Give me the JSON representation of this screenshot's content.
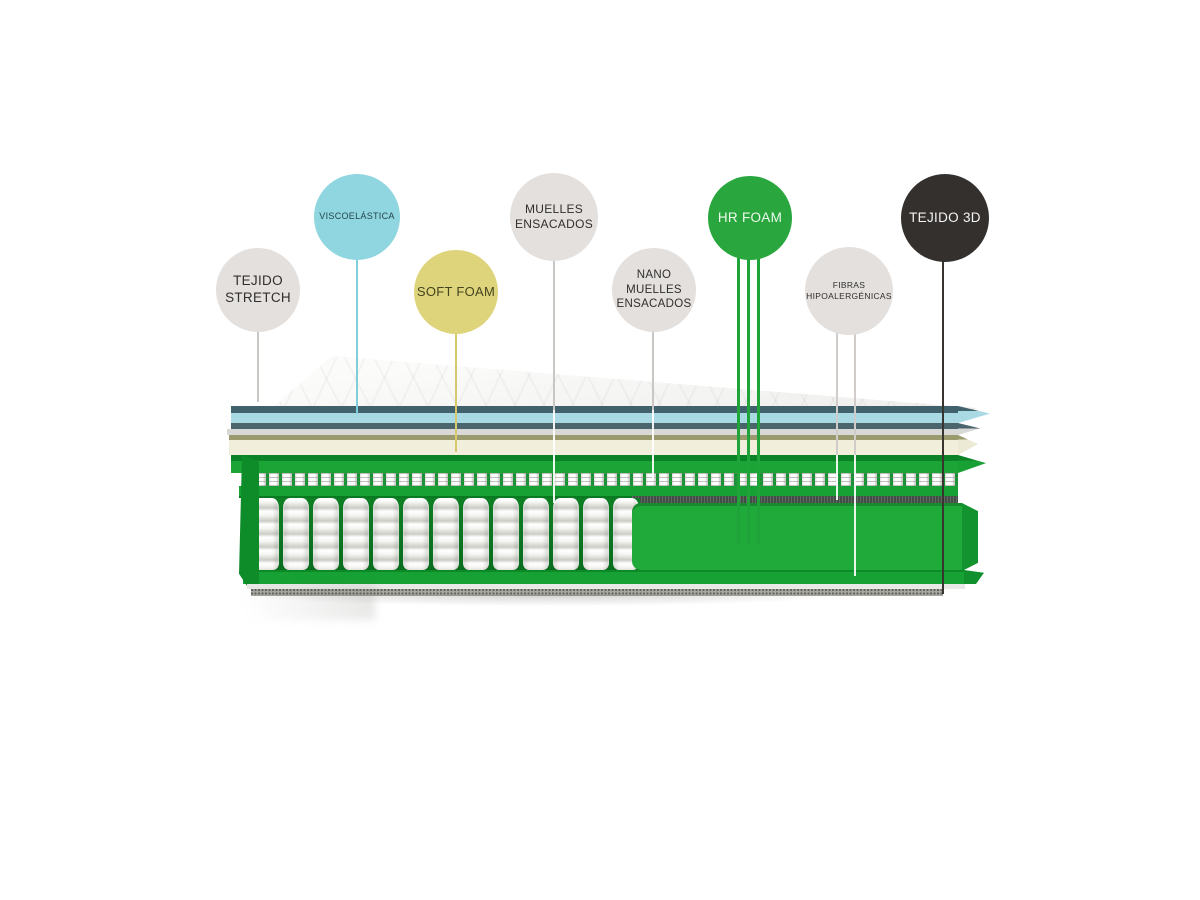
{
  "page": {
    "background": "#ffffff"
  },
  "diagram": {
    "subject": "mattress-layers-cutaway",
    "labels": [
      {
        "id": "tejido-stretch",
        "text": "TEJIDO\nSTRETCH",
        "circle_color": "#e7e5e2",
        "text_color": "#2f2f2f",
        "line_color": "#c9c7c4"
      },
      {
        "id": "viscoelastica",
        "text": "VISCOELÁSTICA",
        "circle_color": "#8fd6e0",
        "text_color": "#25444a",
        "line_color": "#7ecfda"
      },
      {
        "id": "soft-foam",
        "text": "SOFT FOAM",
        "circle_color": "#ddd47c",
        "text_color": "#45451f",
        "line_color": "#d4c96b"
      },
      {
        "id": "muelles-ensacados",
        "text": "MUELLES\nENSACADOS",
        "circle_color": "#e2dfdc",
        "text_color": "#2f2f2f",
        "line_color": "#c9c7c4"
      },
      {
        "id": "nano-muelles-ensacados",
        "text": "NANO\nMUELLES\nENSACADOS",
        "circle_color": "#e0ddda",
        "text_color": "#2f2f2f",
        "line_color": "#c9c7c4"
      },
      {
        "id": "hr-foam",
        "text": "HR FOAM",
        "circle_color": "#29a73e",
        "text_color": "#eef9ee",
        "line_color": "#1fa43a"
      },
      {
        "id": "fibras-hipoalergenicas",
        "text": "FIBRAS\nHIPOALERGÉNICAS",
        "circle_color": "#dedbd8",
        "text_color": "#3a3a3a",
        "line_color": "#cfccc9"
      },
      {
        "id": "tejido-3d",
        "text": "TEJIDO 3D",
        "circle_color": "#33302e",
        "text_color": "#f4f4f4",
        "line_color": "#38342f"
      }
    ],
    "mattress_colors": {
      "green": "#1ea838",
      "dark_green": "#0b8226",
      "cyan_layer": "#a9dae4",
      "cream_layer": "#f1eedc",
      "gray_layer": "#d8d8d6",
      "olive_edge": "#9a9a6e",
      "dark_divider": "#47616a",
      "spring_white": "#f7f7f5",
      "fiber_strip": "#414d45",
      "base_gray": "#a8a8a2"
    }
  }
}
